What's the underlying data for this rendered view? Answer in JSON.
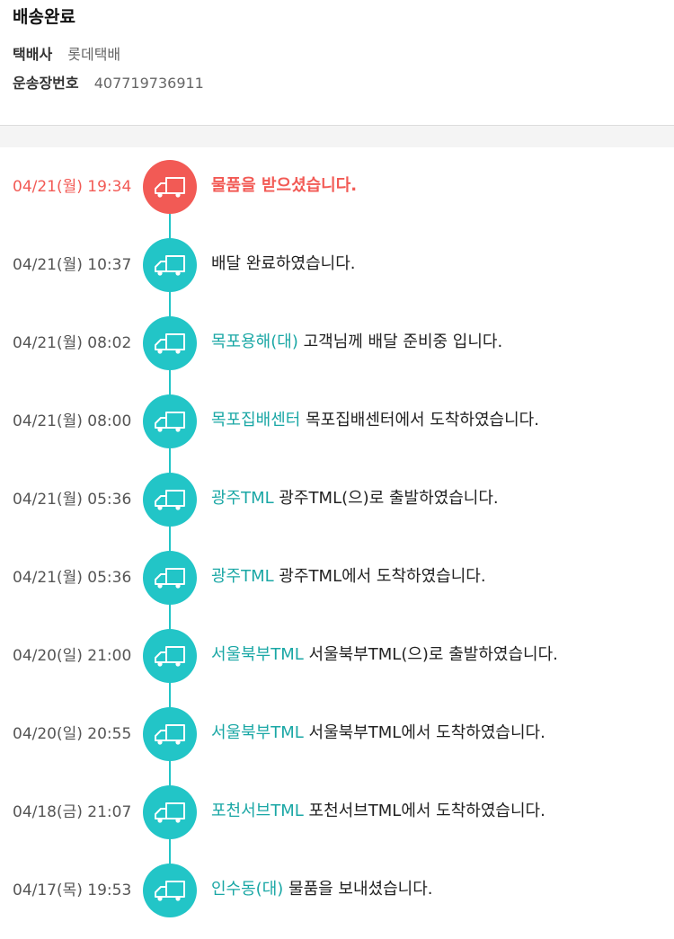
{
  "header": {
    "status": "배송완료",
    "carrier_label": "택배사",
    "carrier_value": "롯데택배",
    "tracking_label": "운송장번호",
    "tracking_value": "407719736911"
  },
  "colors": {
    "accent": "#22c5c7",
    "current": "#f25a55",
    "location": "#1aa7a5"
  },
  "events": [
    {
      "time": "04/21(월) 19:34",
      "location": "",
      "message": "물품을 받으셨습니다.",
      "icon": "truck-icon",
      "current": true
    },
    {
      "time": "04/21(월) 10:37",
      "location": "",
      "message": "배달 완료하였습니다.",
      "icon": "truck-icon",
      "current": false
    },
    {
      "time": "04/21(월) 08:02",
      "location": "목포용해(대)",
      "message": "고객님께 배달 준비중 입니다.",
      "icon": "truck-icon",
      "current": false
    },
    {
      "time": "04/21(월) 08:00",
      "location": "목포집배센터",
      "message": "목포집배센터에서 도착하였습니다.",
      "icon": "truck-icon",
      "current": false
    },
    {
      "time": "04/21(월) 05:36",
      "location": "광주TML",
      "message": "광주TML(으)로 출발하였습니다.",
      "icon": "truck-icon",
      "current": false
    },
    {
      "time": "04/21(월) 05:36",
      "location": "광주TML",
      "message": "광주TML에서 도착하였습니다.",
      "icon": "truck-icon",
      "current": false
    },
    {
      "time": "04/20(일) 21:00",
      "location": "서울북부TML",
      "message": "서울북부TML(으)로 출발하였습니다.",
      "icon": "truck-icon",
      "current": false
    },
    {
      "time": "04/20(일) 20:55",
      "location": "서울북부TML",
      "message": "서울북부TML에서 도착하였습니다.",
      "icon": "truck-icon",
      "current": false
    },
    {
      "time": "04/18(금) 21:07",
      "location": "포천서브TML",
      "message": "포천서브TML에서 도착하였습니다.",
      "icon": "truck-icon",
      "current": false
    },
    {
      "time": "04/17(목) 19:53",
      "location": "인수동(대)",
      "message": "물품을 보내셨습니다.",
      "icon": "truck-icon",
      "current": false
    }
  ]
}
